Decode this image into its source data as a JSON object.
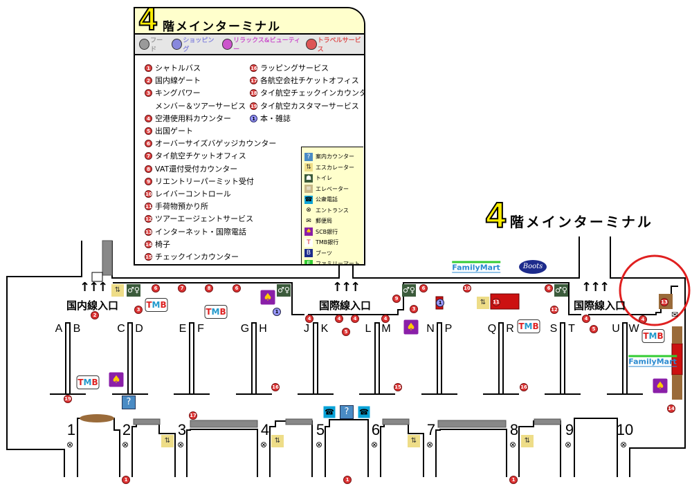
{
  "legend": {
    "floor_number": "4",
    "title": "階メインターミナル",
    "categories": [
      {
        "label": "フード",
        "color": "#9a9a9a"
      },
      {
        "label": "ショッピング",
        "color": "#8888dd"
      },
      {
        "label": "リラックス&ビューティー",
        "color": "#cc55cc"
      },
      {
        "label": "トラベルサービス",
        "color": "#dd5555"
      }
    ],
    "items_left": [
      {
        "num": "1",
        "label": "シャトルバス"
      },
      {
        "num": "2",
        "label": "国内線ゲート"
      },
      {
        "num": "3",
        "label": "キングパワー\nメンバー＆ツアーサービス"
      },
      {
        "num": "4",
        "label": "空港使用料カウンター"
      },
      {
        "num": "5",
        "label": "出国ゲート"
      },
      {
        "num": "6",
        "label": "オーバーサイズバゲッジカウンター"
      },
      {
        "num": "7",
        "label": "タイ航空チケットオフィス"
      },
      {
        "num": "8",
        "label": "VAT還付受付カウンター"
      },
      {
        "num": "9",
        "label": "リエントリーパーミット受付"
      },
      {
        "num": "10",
        "label": "レイバーコントロール"
      },
      {
        "num": "11",
        "label": "手荷物預かり所"
      },
      {
        "num": "12",
        "label": "ツアーエージェントサービス"
      },
      {
        "num": "13",
        "label": "インターネット・国際電話"
      },
      {
        "num": "14",
        "label": "椅子"
      },
      {
        "num": "15",
        "label": "チェックインカウンター"
      }
    ],
    "items_right": [
      {
        "num": "16",
        "label": "ラッピングサービス"
      },
      {
        "num": "17",
        "label": "各航空会社チケットオフィス"
      },
      {
        "num": "18",
        "label": "タイ航空チェックインカウンター"
      },
      {
        "num": "19",
        "label": "タイ航空カスタマーサービス"
      },
      {
        "num": "1",
        "label": "本・雑誌",
        "kind": "shopping"
      }
    ],
    "icons": [
      {
        "icon": "info-icon",
        "label": "案内カウンター"
      },
      {
        "icon": "escalator-icon",
        "label": "エスカレーター"
      },
      {
        "icon": "toilet-icon",
        "label": "トイレ"
      },
      {
        "icon": "elevator-icon",
        "label": "エレベーター"
      },
      {
        "icon": "phone-icon",
        "label": "公衆電話"
      },
      {
        "icon": "entrance-icon",
        "label": "エントランス"
      },
      {
        "icon": "post-office-icon",
        "label": "郵便局"
      },
      {
        "icon": "scb-bank-icon",
        "label": "SCB銀行"
      },
      {
        "icon": "tmb-bank-icon",
        "label": "TMB銀行"
      },
      {
        "icon": "boots-icon",
        "label": "ブーツ"
      },
      {
        "icon": "familymart-icon",
        "label": "ファミリーマート"
      }
    ]
  },
  "map": {
    "title_number": "4",
    "title": "階メインターミナル",
    "domestic_entrance": "国内線入口",
    "international_entrance": "国際線入口",
    "counters": [
      "A",
      "B",
      "C",
      "D",
      "E",
      "F",
      "G",
      "H",
      "J",
      "K",
      "L",
      "M",
      "N",
      "P",
      "Q",
      "R",
      "S",
      "T",
      "U",
      "W"
    ],
    "gates": [
      "1",
      "2",
      "3",
      "4",
      "5",
      "6",
      "7",
      "8",
      "9",
      "10"
    ],
    "markers": [
      "2",
      "3",
      "6",
      "7",
      "8",
      "6",
      "4",
      "4",
      "5",
      "4",
      "4",
      "9",
      "6",
      "10",
      "3",
      "11",
      "6",
      "12",
      "4",
      "5",
      "4",
      "13",
      "14",
      "19",
      "16",
      "15",
      "16",
      "17",
      "1",
      "1",
      "1"
    ],
    "shop_markers": [
      "1",
      "1"
    ],
    "brands": {
      "tmb": "TMB",
      "familymart": "FamilyMart",
      "boots": "Boots"
    },
    "highlight_color": "#e02020"
  }
}
